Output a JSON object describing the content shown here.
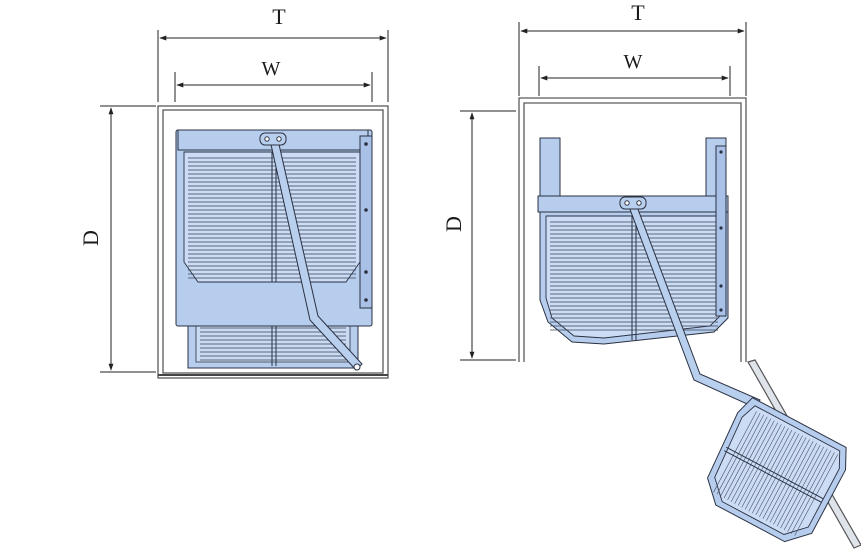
{
  "dimension_labels": {
    "total_width": "T",
    "inner_width": "W",
    "depth": "D"
  },
  "colors": {
    "frame_fill": "#b7cdee",
    "frame_outline": "#2a3142",
    "cabinet_outline": "#5a5a5a",
    "dimension_line": "#222222"
  },
  "views": [
    "closed-position",
    "opened-position"
  ]
}
